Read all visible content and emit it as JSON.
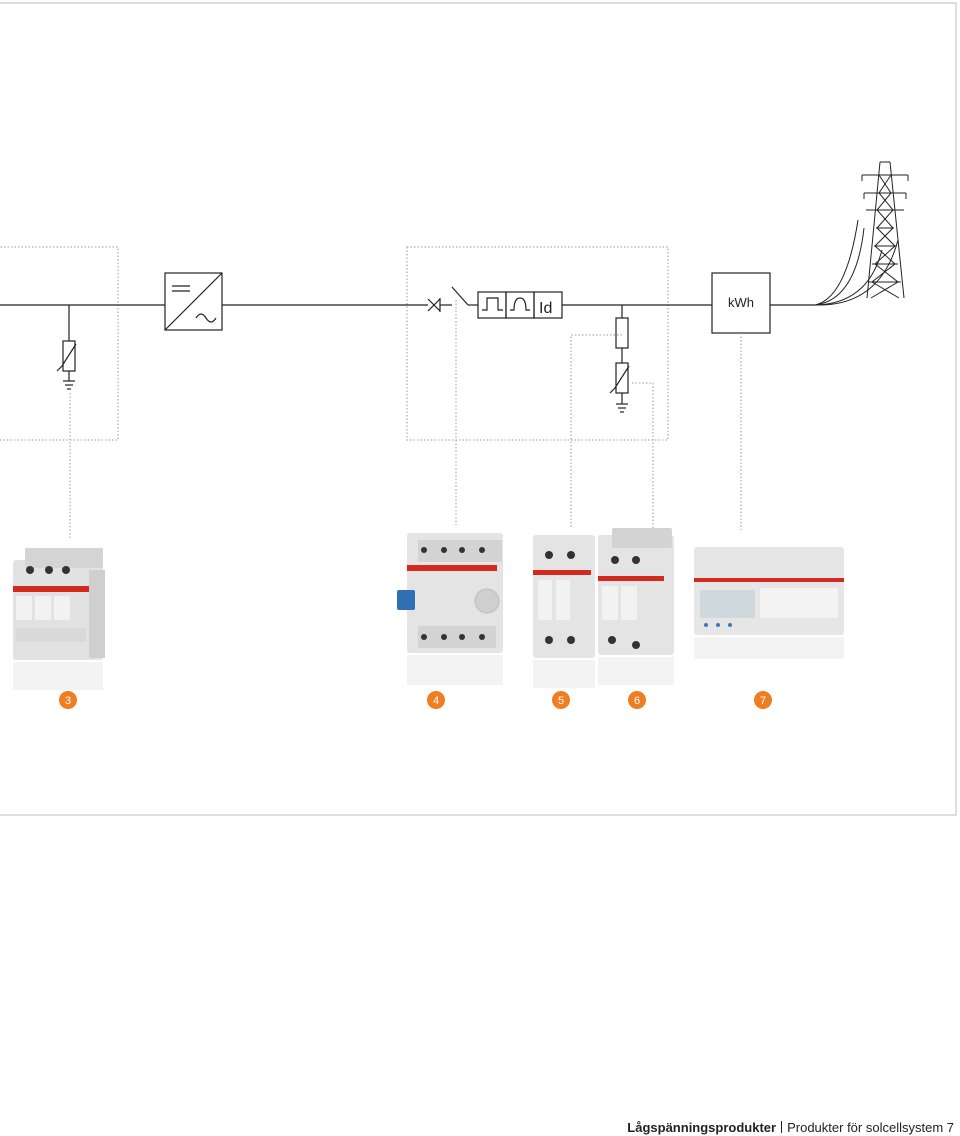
{
  "diagram": {
    "meter_label": "kWh",
    "rcd_label": "Id"
  },
  "badges": [
    "3",
    "4",
    "5",
    "6",
    "7"
  ],
  "footer": {
    "section": "Lågspänningsprodukter",
    "title": "Produkter för solcellsystem 7"
  },
  "colors": {
    "accent": "#ef7d22",
    "line": "#222222",
    "dotted": "#9a9a9a",
    "frame": "#bdbdbd"
  }
}
